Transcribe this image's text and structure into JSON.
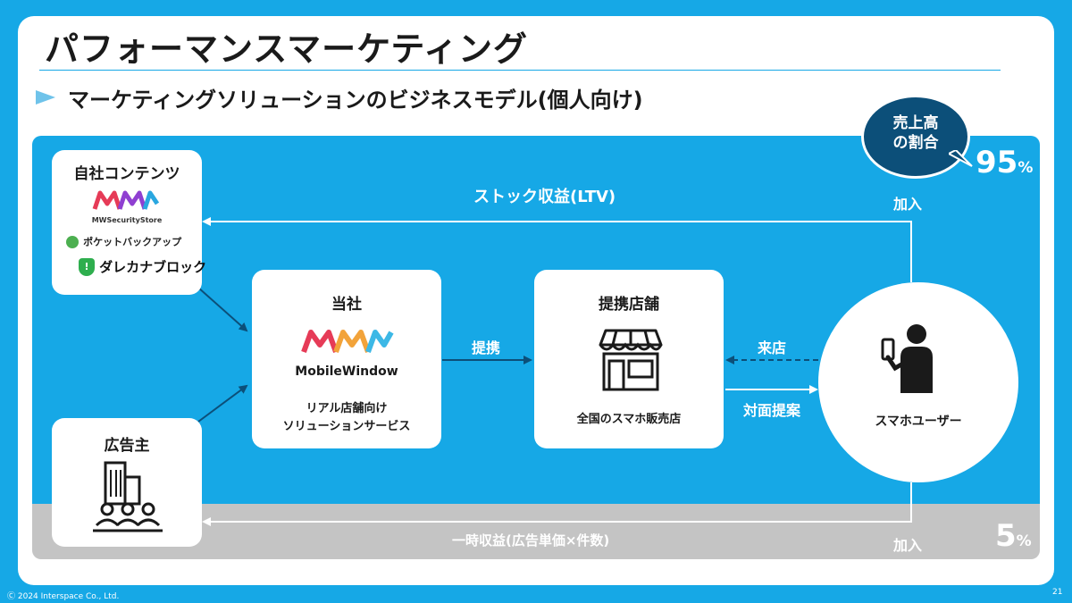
{
  "title": "パフォーマンスマーケティング",
  "subtitle": "マーケティングソリューションのビジネスモデル(個人向け)",
  "own_content": {
    "title": "自社コンテンツ",
    "logos": [
      "MWSecurityStore",
      "ポケットバックアップ",
      "ダレカナブロック"
    ]
  },
  "company": {
    "title": "当社",
    "logo_text": "MobileWindow",
    "desc_line1": "リアル店舗向け",
    "desc_line2": "ソリューションサービス"
  },
  "partner_store": {
    "title": "提携店舗",
    "desc": "全国のスマホ販売店"
  },
  "advertiser": {
    "title": "広告主"
  },
  "user": {
    "label": "スマホユーザー"
  },
  "edges": {
    "stock_revenue": "ストック収益(LTV)",
    "one_time_revenue": "一時収益(広告単価×件数)",
    "tie_up": "提携",
    "visit": "来店",
    "face_to_face": "対面提案",
    "join_top": "加入",
    "join_bottom": "加入"
  },
  "share": {
    "bubble_line1": "売上高",
    "bubble_line2": "の割合",
    "stock_pct": "95",
    "one_time_pct": "5",
    "unit": "%"
  },
  "footer": {
    "copyright": "Ⓒ 2024 Interspace Co., Ltd.",
    "page": "21"
  },
  "colors": {
    "background": "#16a8e6",
    "panel_blue": "#16a8e6",
    "panel_gray": "#c4c4c4",
    "bubble": "#0c4f79",
    "arrow_dark": "#0c4f79",
    "arrow_light": "#ffffff"
  }
}
